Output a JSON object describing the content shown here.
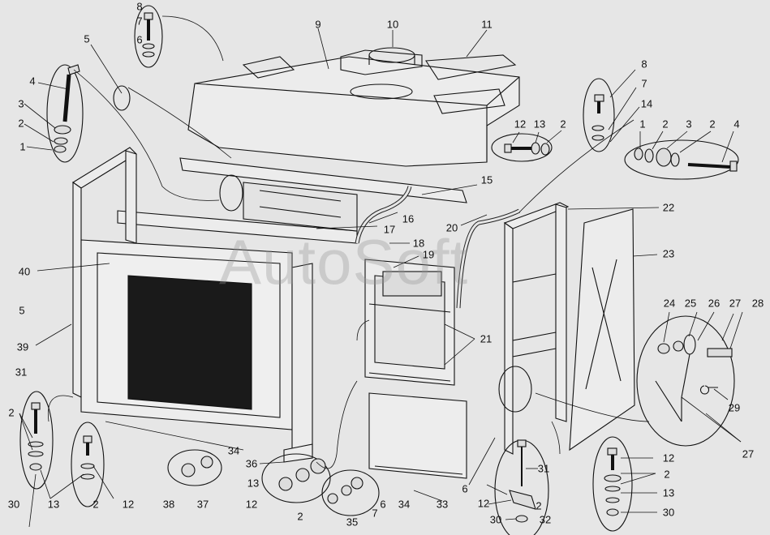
{
  "diagram": {
    "type": "exploded-assembly-drawing",
    "watermark": "AutoSoft",
    "background_color": "#e6e6e6",
    "line_color": "#111111",
    "part_labels": [
      {
        "id": "lbl-8-top",
        "text": "8"
      },
      {
        "id": "lbl-7-top",
        "text": "7"
      },
      {
        "id": "lbl-6-top",
        "text": "6"
      },
      {
        "id": "lbl-5-top",
        "text": "5"
      },
      {
        "id": "lbl-9",
        "text": "9"
      },
      {
        "id": "lbl-10",
        "text": "10"
      },
      {
        "id": "lbl-11",
        "text": "11"
      },
      {
        "id": "lbl-4-left",
        "text": "4"
      },
      {
        "id": "lbl-3-left",
        "text": "3"
      },
      {
        "id": "lbl-2-left",
        "text": "2"
      },
      {
        "id": "lbl-1-left",
        "text": "1"
      },
      {
        "id": "lbl-8-right",
        "text": "8"
      },
      {
        "id": "lbl-7-right",
        "text": "7"
      },
      {
        "id": "lbl-14",
        "text": "14"
      },
      {
        "id": "lbl-12-mid",
        "text": "12"
      },
      {
        "id": "lbl-13-mid",
        "text": "13"
      },
      {
        "id": "lbl-2-mid",
        "text": "2"
      },
      {
        "id": "lbl-1-right",
        "text": "1"
      },
      {
        "id": "lbl-2-right-a",
        "text": "2"
      },
      {
        "id": "lbl-3-right",
        "text": "3"
      },
      {
        "id": "lbl-2-right-b",
        "text": "2"
      },
      {
        "id": "lbl-4-right",
        "text": "4"
      },
      {
        "id": "lbl-15",
        "text": "15"
      },
      {
        "id": "lbl-16",
        "text": "16"
      },
      {
        "id": "lbl-17",
        "text": "17"
      },
      {
        "id": "lbl-20",
        "text": "20"
      },
      {
        "id": "lbl-22",
        "text": "22"
      },
      {
        "id": "lbl-18",
        "text": "18"
      },
      {
        "id": "lbl-19",
        "text": "19"
      },
      {
        "id": "lbl-23",
        "text": "23"
      },
      {
        "id": "lbl-40",
        "text": "40"
      },
      {
        "id": "lbl-5-left",
        "text": "5"
      },
      {
        "id": "lbl-39",
        "text": "39"
      },
      {
        "id": "lbl-21",
        "text": "21"
      },
      {
        "id": "lbl-24",
        "text": "24"
      },
      {
        "id": "lbl-25",
        "text": "25"
      },
      {
        "id": "lbl-26",
        "text": "26"
      },
      {
        "id": "lbl-27-top",
        "text": "27"
      },
      {
        "id": "lbl-28",
        "text": "28"
      },
      {
        "id": "lbl-29",
        "text": "29"
      },
      {
        "id": "lbl-27-bottom",
        "text": "27"
      },
      {
        "id": "lbl-31-left",
        "text": "31"
      },
      {
        "id": "lbl-2-bl-a",
        "text": "2"
      },
      {
        "id": "lbl-30-left",
        "text": "30"
      },
      {
        "id": "lbl-13-bl",
        "text": "13"
      },
      {
        "id": "lbl-2-bl-b",
        "text": "2"
      },
      {
        "id": "lbl-12-bl",
        "text": "12"
      },
      {
        "id": "lbl-34-left",
        "text": "34"
      },
      {
        "id": "lbl-38",
        "text": "38"
      },
      {
        "id": "lbl-37",
        "text": "37"
      },
      {
        "id": "lbl-36",
        "text": "36"
      },
      {
        "id": "lbl-13-bc",
        "text": "13"
      },
      {
        "id": "lbl-12-bc",
        "text": "12"
      },
      {
        "id": "lbl-2-bc",
        "text": "2"
      },
      {
        "id": "lbl-6-bc",
        "text": "6"
      },
      {
        "id": "lbl-7-bc",
        "text": "7"
      },
      {
        "id": "lbl-35",
        "text": "35"
      },
      {
        "id": "lbl-34-center",
        "text": "34"
      },
      {
        "id": "lbl-33",
        "text": "33"
      },
      {
        "id": "lbl-6-right",
        "text": "6"
      },
      {
        "id": "lbl-31-right",
        "text": "31"
      },
      {
        "id": "lbl-2-br",
        "text": "2"
      },
      {
        "id": "lbl-12-br",
        "text": "12"
      },
      {
        "id": "lbl-32",
        "text": "32"
      },
      {
        "id": "lbl-30-br",
        "text": "30"
      },
      {
        "id": "lbl-12-far",
        "text": "12"
      },
      {
        "id": "lbl-2-far",
        "text": "2"
      },
      {
        "id": "lbl-13-far",
        "text": "13"
      },
      {
        "id": "lbl-30-far",
        "text": "30"
      }
    ]
  }
}
